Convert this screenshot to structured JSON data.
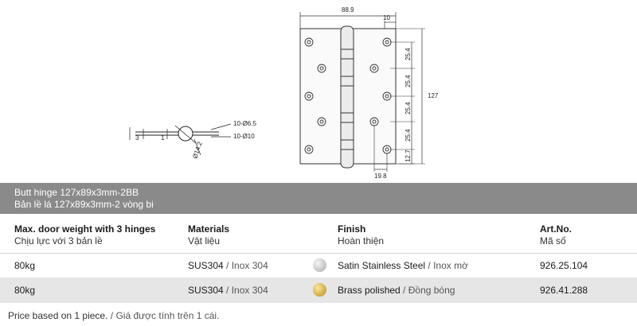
{
  "drawing": {
    "top_view": {
      "width": "88.9",
      "leaf_offset": "10",
      "height": "127",
      "hole_spacing": [
        "25.4",
        "25.4",
        "25.4",
        "25.4"
      ],
      "edge_gap": "12.7",
      "bottom_offset": "19.8"
    },
    "side_view": {
      "thickness": "3",
      "leaf": "1",
      "knuckle_dia": "Ø14.2",
      "hole_a": "10-Ø6.5",
      "hole_b": "10-Ø10"
    }
  },
  "product": {
    "title_en": "Butt hinge 127x89x3mm-2BB",
    "title_vi": "Bản lề lá 127x89x3mm-2 vòng bi"
  },
  "columns": {
    "weight": {
      "en": "Max. door weight with 3 hinges",
      "vi": "Chịu lực với 3 bản lề"
    },
    "materials": {
      "en": "Materials",
      "vi": "Vật liệu"
    },
    "finish": {
      "en": "Finish",
      "vi": "Hoàn thiện"
    },
    "artno": {
      "en": "Art.No.",
      "vi": "Mã số"
    }
  },
  "rows": [
    {
      "weight": "80kg",
      "material_en": "SUS304",
      "material_vi": "Inox 304",
      "finish_en": "Satin Stainless Steel",
      "finish_vi": "Inox mờ",
      "swatch": "#c8c8c8",
      "artno": "926.25.104"
    },
    {
      "weight": "80kg",
      "material_en": "SUS304",
      "material_vi": "Inox 304",
      "finish_en": "Brass polished",
      "finish_vi": "Đồng bóng",
      "swatch": "#d9b13a",
      "artno": "926.41.288"
    }
  ],
  "footer": {
    "en": "Price based on 1 piece.",
    "vi": "Giá được tính trên 1 cái."
  },
  "colors": {
    "header_bg": "#8a8a8a",
    "row_alt": "#e6e6e6"
  }
}
